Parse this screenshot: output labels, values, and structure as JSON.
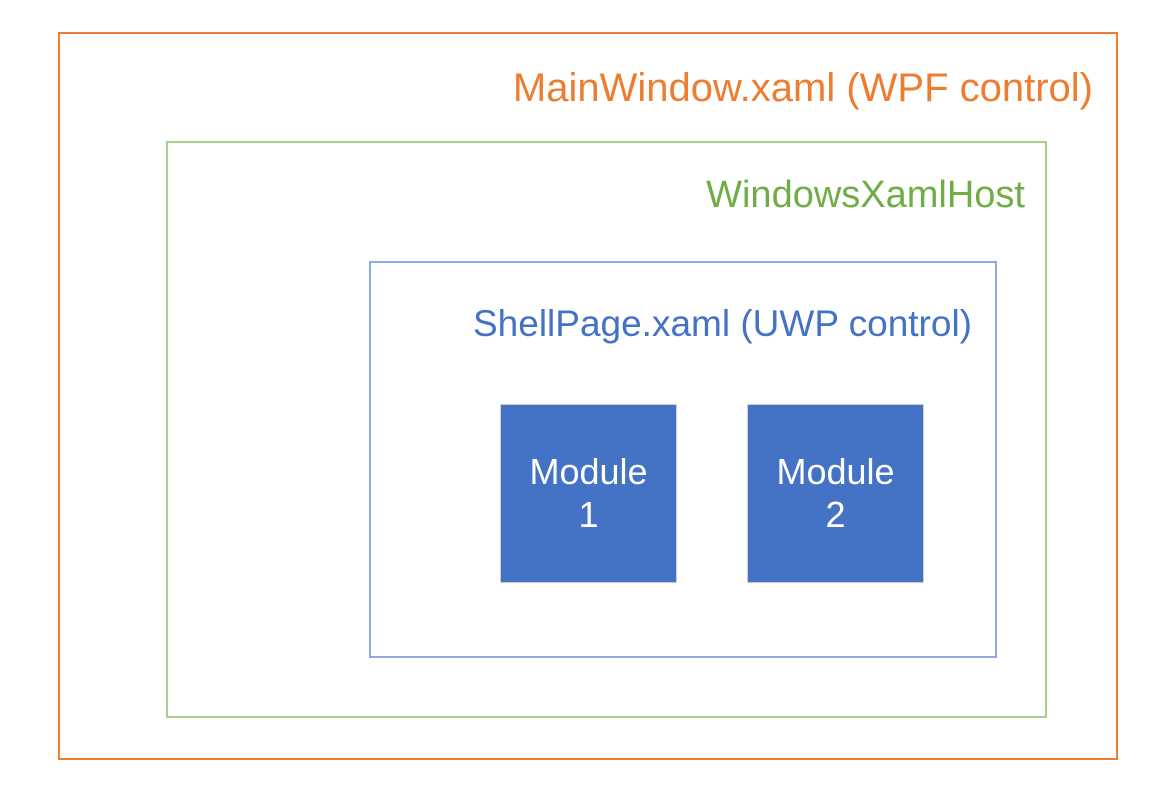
{
  "diagram": {
    "title_sequence": [
      "MainWindow.xaml (WPF control)",
      "WindowsXamlHost",
      "ShellPage.xaml (UWP control)"
    ],
    "layers": [
      {
        "id": "wpf",
        "label": "MainWindow.xaml (WPF control)",
        "border_color": "#ED7D31",
        "text_color": "#ED7D31"
      },
      {
        "id": "xamlhost",
        "label": "WindowsXamlHost",
        "border_color": "#A9D08E",
        "text_color": "#70AD47"
      },
      {
        "id": "uwp",
        "label": "ShellPage.xaml (UWP control)",
        "border_color": "#8FAADC",
        "text_color": "#4472C4"
      }
    ],
    "modules": [
      {
        "id": "module-1",
        "name_line_1": "Module",
        "name_line_2": "1",
        "fill_color": "#4472C4",
        "text_color": "#FFFFFF"
      },
      {
        "id": "module-2",
        "name_line_1": "Module",
        "name_line_2": "2",
        "fill_color": "#4472C4",
        "text_color": "#FFFFFF"
      }
    ],
    "background_color": "#FFFFFF"
  }
}
